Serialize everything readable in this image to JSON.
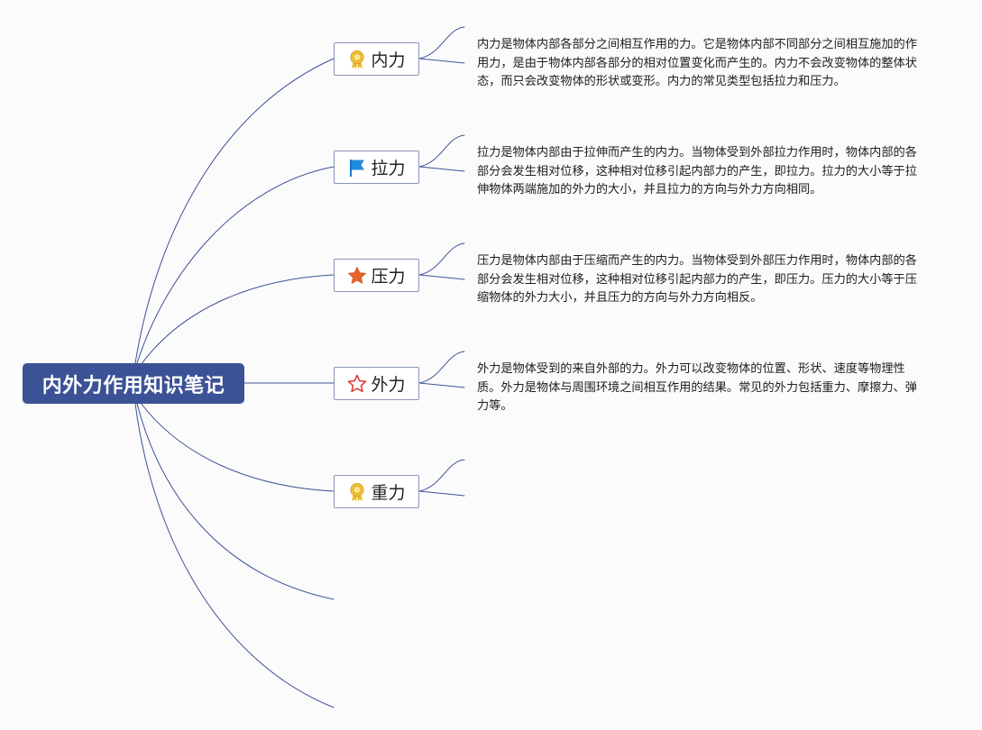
{
  "root": {
    "title": "内外力作用知识笔记"
  },
  "colors": {
    "root_fill": "#3c5296",
    "connector": "#3c5296",
    "topic_border": "#8a94b8"
  },
  "topics": [
    {
      "label": "内力",
      "icon": "award-ribbon-icon",
      "note": "内力是物体内部各部分之间相互作用的力。它是物体内部不同部分之间相互施加的作用力，是由于物体内部各部分的相对位置变化而产生的。内力不会改变物体的整体状态，而只会改变物体的形状或变形。内力的常见类型包括拉力和压力。"
    },
    {
      "label": "拉力",
      "icon": "flag-icon",
      "note": "拉力是物体内部由于拉伸而产生的内力。当物体受到外部拉力作用时，物体内部的各部分会发生相对位移，这种相对位移引起内部力的产生，即拉力。拉力的大小等于拉伸物体两端施加的外力的大小，并且拉力的方向与外力方向相同。"
    },
    {
      "label": "压力",
      "icon": "star-filled-icon",
      "note": "压力是物体内部由于压缩而产生的内力。当物体受到外部压力作用时，物体内部的各部分会发生相对位移，这种相对位移引起内部力的产生，即压力。压力的大小等于压缩物体的外力大小，并且压力的方向与外力方向相反。"
    },
    {
      "label": "外力",
      "icon": "star-outline-icon",
      "note": "外力是物体受到的来自外部的力。外力可以改变物体的位置、形状、速度等物理性质。外力是物体与周围环境之间相互作用的结果。常见的外力包括重力、摩擦力、弹力等。"
    },
    {
      "label": "重力",
      "icon": "award-ribbon-icon",
      "note": ""
    }
  ]
}
